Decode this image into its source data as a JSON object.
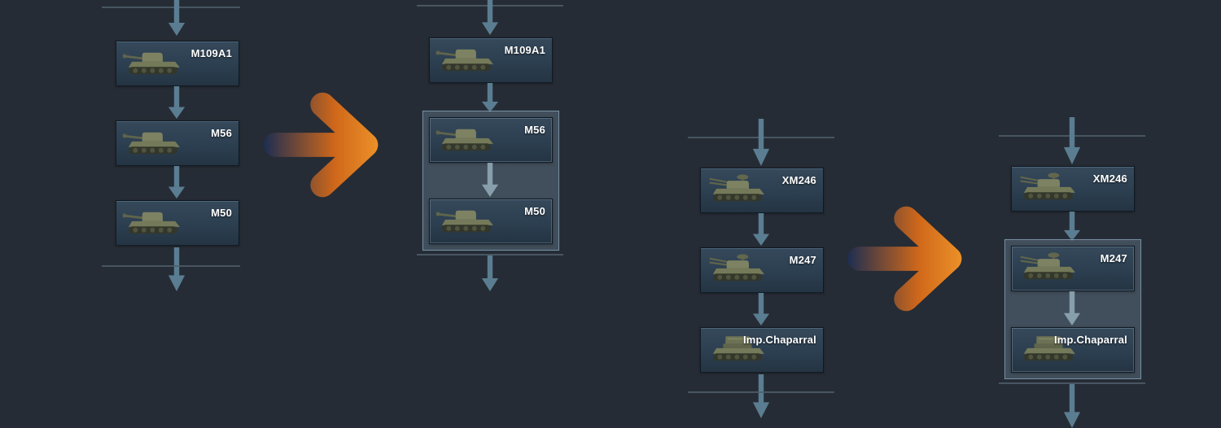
{
  "page": {
    "background": "#262c35"
  },
  "colors": {
    "card_top": "#35495b",
    "card_mid": "#2c3f50",
    "card_bottom": "#243443",
    "connector": "#5a7d91",
    "connector_light": "#94acba",
    "divider": "#4d5e6a",
    "group_fill": "rgba(128,158,178,0.30)",
    "group_border": "rgba(165,195,215,0.55)",
    "big_arrow_start": "#1b2d52",
    "big_arrow_mid": "#d0681a",
    "big_arrow_end": "#ffad33",
    "label_text": "#ffffff"
  },
  "comparisons": [
    {
      "id": "spg-line",
      "before": {
        "vehicles": [
          {
            "name": "M109A1",
            "icon": "tank-spg-icon"
          },
          {
            "name": "M56",
            "icon": "tank-spg-icon"
          },
          {
            "name": "M50",
            "icon": "tank-spg-icon"
          }
        ]
      },
      "after": {
        "top": {
          "name": "M109A1",
          "icon": "tank-spg-icon"
        },
        "group": [
          {
            "name": "M56",
            "icon": "tank-spg-icon"
          },
          {
            "name": "M50",
            "icon": "tank-spg-icon"
          }
        ]
      }
    },
    {
      "id": "spaa-line",
      "before": {
        "vehicles": [
          {
            "name": "XM246",
            "icon": "tank-spaa-icon"
          },
          {
            "name": "M247",
            "icon": "tank-spaa-icon"
          },
          {
            "name": "Imp.Chaparral",
            "icon": "tank-missile-icon"
          }
        ]
      },
      "after": {
        "top": {
          "name": "XM246",
          "icon": "tank-spaa-icon"
        },
        "group": [
          {
            "name": "M247",
            "icon": "tank-spaa-icon"
          },
          {
            "name": "Imp.Chaparral",
            "icon": "tank-missile-icon"
          }
        ]
      }
    }
  ]
}
